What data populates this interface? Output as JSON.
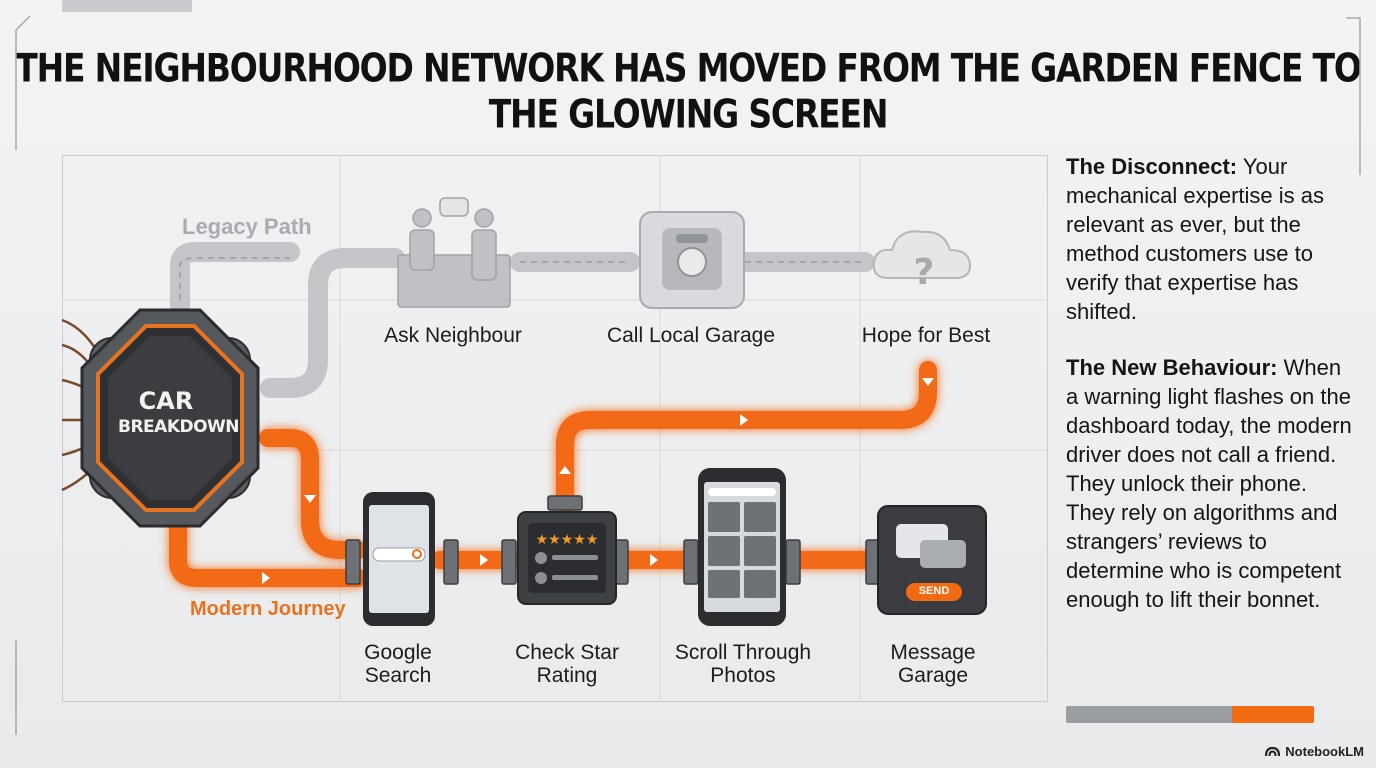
{
  "title": "THE NEIGHBOURHOOD NETWORK HAS MOVED FROM THE GARDEN FENCE TO THE GLOWING SCREEN",
  "diagram": {
    "hub": {
      "line1": "CAR",
      "line2": "BREAKDOWN"
    },
    "legacy_path": {
      "label": "Legacy Path",
      "steps": [
        "Ask Neighbour",
        "Call Local Garage",
        "Hope for Best"
      ]
    },
    "modern_journey": {
      "label": "Modern Journey",
      "steps": [
        "Google\nSearch",
        "Check Star\nRating",
        "Scroll Through\nPhotos",
        "Message\nGarage"
      ]
    },
    "send_button": "SEND"
  },
  "sidebar": {
    "disconnect": {
      "heading": "The Disconnect:",
      "text": " Your mechanical expertise is as relevant as ever, but the method customers use to verify that expertise has shifted."
    },
    "new_behaviour": {
      "heading": "The New Behaviour:",
      "text": " When a warning light flashes on the dashboard today, the modern driver does not call a friend. They unlock their phone. They rely on algorithms and strangers’ reviews to determine who is competent enough to lift their bonnet."
    }
  },
  "progress": {
    "fraction": 0.33
  },
  "brand": "NotebookLM",
  "colors": {
    "accent": "#f26a12",
    "legacy_gray": "#b4b6b9",
    "dark": "#3a3c3f"
  }
}
